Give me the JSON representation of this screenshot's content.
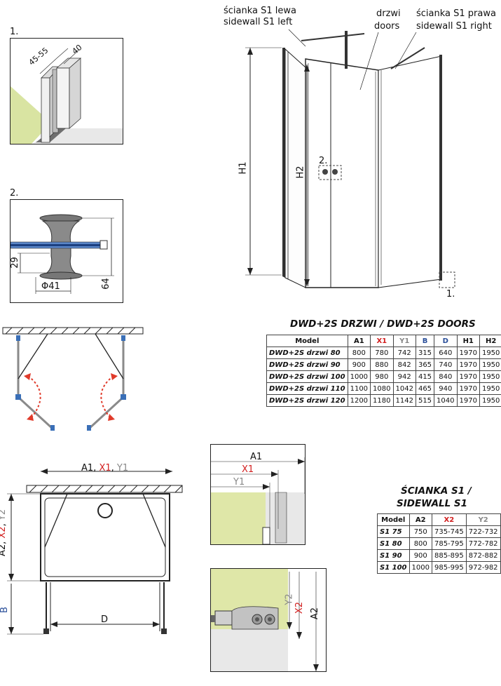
{
  "shower_labels": {
    "left_sidewall_pl": "ścianka S1 lewa",
    "left_sidewall_en": "sidewall S1 left",
    "doors_pl": "drzwi",
    "doors_en": "doors",
    "right_sidewall_pl": "ścianka S1 prawa",
    "right_sidewall_en": "sidewall S1 right",
    "h1": "H1",
    "h2": "H2",
    "callout_1": "1.",
    "callout_2": "2."
  },
  "detail1": {
    "number": "1.",
    "dim_a": "45-55",
    "dim_b": "40"
  },
  "detail2": {
    "number": "2.",
    "dim_29": "29",
    "dim_64": "64",
    "dim_phi": "Φ41"
  },
  "bottom_dims": {
    "top_a1": "A1",
    "top_x1": "X1",
    "top_y1": "Y1",
    "comma": ", ",
    "side_a2": "A2",
    "side_x2": "X2",
    "side_y2": "Y2",
    "side_b": "B",
    "d": "D",
    "det_a1": "A1",
    "det_x1": "X1",
    "det_y1": "Y1",
    "det_y2": "Y2",
    "det_x2": "X2",
    "det_a2": "A2"
  },
  "doors_table": {
    "title": "DWD+2S DRZWI /  DWD+2S DOORS",
    "headers": [
      "Model",
      "A1",
      "X1",
      "Y1",
      "B",
      "D",
      "H1",
      "H2"
    ],
    "rows": [
      [
        "DWD+2S drzwi 80",
        "800",
        "780",
        "742",
        "315",
        "640",
        "1970",
        "1950"
      ],
      [
        "DWD+2S drzwi 90",
        "900",
        "880",
        "842",
        "365",
        "740",
        "1970",
        "1950"
      ],
      [
        "DWD+2S drzwi 100",
        "1000",
        "980",
        "942",
        "415",
        "840",
        "1970",
        "1950"
      ],
      [
        "DWD+2S drzwi 110",
        "1100",
        "1080",
        "1042",
        "465",
        "940",
        "1970",
        "1950"
      ],
      [
        "DWD+2S drzwi 120",
        "1200",
        "1180",
        "1142",
        "515",
        "1040",
        "1970",
        "1950"
      ]
    ]
  },
  "sidewall_table": {
    "title_line1": "ŚCIANKA S1 /",
    "title_line2": "SIDEWALL S1",
    "headers": [
      "Model",
      "A2",
      "X2",
      "Y2"
    ],
    "rows": [
      [
        "S1 75",
        "750",
        "735-745",
        "722-732"
      ],
      [
        "S1 80",
        "800",
        "785-795",
        "772-782"
      ],
      [
        "S1 90",
        "900",
        "885-895",
        "872-882"
      ],
      [
        "S1 100",
        "1000",
        "985-995",
        "972-982"
      ]
    ]
  },
  "colors": {
    "x_red": "#d21f1f",
    "y_gray": "#888888",
    "b_blue": "#2a4f9a",
    "wall_green": "#dfe7a8",
    "arrow_red": "#e03a2a"
  }
}
